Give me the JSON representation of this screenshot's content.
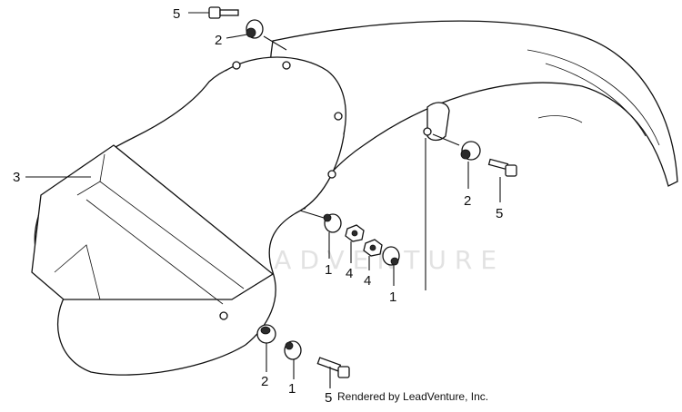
{
  "diagram": {
    "watermark": "LEADVENTURE",
    "footer": "Rendered by LeadVenture, Inc.",
    "callouts": [
      {
        "id": "5-top",
        "label": "5"
      },
      {
        "id": "2-top",
        "label": "2"
      },
      {
        "id": "3",
        "label": "3"
      },
      {
        "id": "2-right",
        "label": "2"
      },
      {
        "id": "5-right",
        "label": "5"
      },
      {
        "id": "1-left",
        "label": "1"
      },
      {
        "id": "4-left",
        "label": "4"
      },
      {
        "id": "4-right",
        "label": "4"
      },
      {
        "id": "1-right",
        "label": "1"
      },
      {
        "id": "2-bottom",
        "label": "2"
      },
      {
        "id": "1-bottom",
        "label": "1"
      },
      {
        "id": "5-bottom",
        "label": "5"
      }
    ]
  }
}
